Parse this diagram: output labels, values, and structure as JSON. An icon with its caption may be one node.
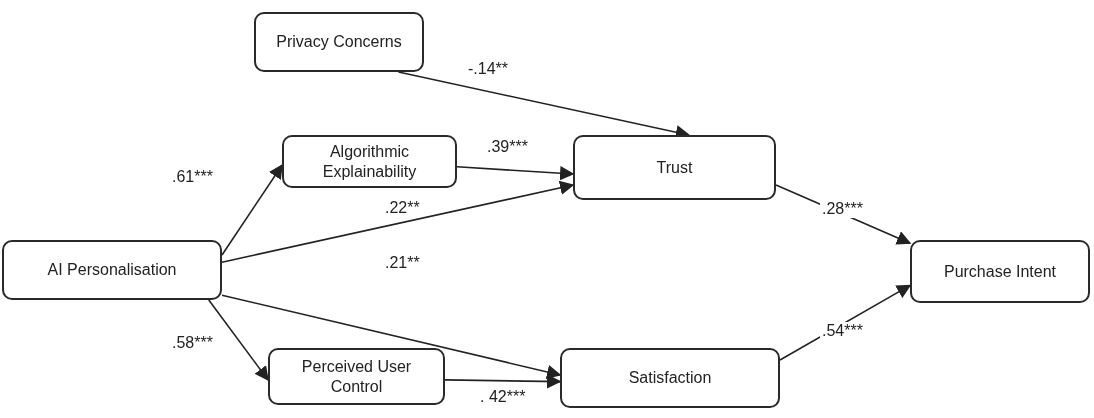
{
  "diagram": {
    "nodes": [
      {
        "text": [
          "Privacy Concerns"
        ]
      },
      {
        "text": [
          "Algorithmic Explainability"
        ]
      },
      {
        "text": [
          "Trust"
        ]
      },
      {
        "text": [
          "AI Personalisation"
        ]
      },
      {
        "text": [
          "Purchase Intent"
        ]
      },
      {
        "text": [
          "Perceived User Control"
        ]
      },
      {
        "text": [
          "Satisfaction"
        ]
      }
    ],
    "edges": [
      {
        "from": 0,
        "to": 2,
        "arrow": "to",
        "label": "-.14**"
      },
      {
        "from": 3,
        "to": 1,
        "arrow": "to",
        "label": ".61***"
      },
      {
        "from": 3,
        "to": 2,
        "arrow": "to",
        "label": ".22**"
      },
      {
        "from": 3,
        "to": 6,
        "arrow": "to",
        "label": ".21**"
      },
      {
        "from": 3,
        "to": 5,
        "arrow": "to",
        "label": ".58***"
      },
      {
        "from": 1,
        "to": 2,
        "arrow": "to",
        "label": ".39***"
      },
      {
        "from": 5,
        "to": 6,
        "arrow": "to",
        "label": ". 42***"
      },
      {
        "from": 2,
        "to": 4,
        "arrow": "to",
        "label": ".28***"
      },
      {
        "from": 6,
        "to": 4,
        "arrow": "to",
        "label": ".54***"
      }
    ]
  }
}
